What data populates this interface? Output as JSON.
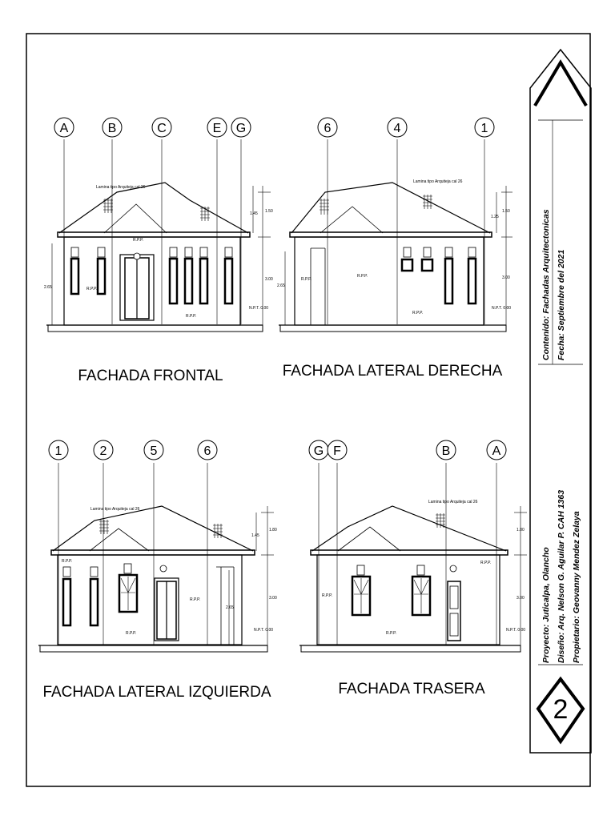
{
  "views": [
    {
      "title": "FACHADA FRONTAL",
      "axes": [
        "A",
        "B",
        "C",
        "E",
        "G"
      ],
      "roof_note": "Lamina tipo Arquiteja cal 26",
      "dims": {
        "top": "1.50",
        "mid": "1.45",
        "main": "3.00",
        "left": "2.65"
      },
      "npt": "N.P.T. 0.00",
      "rpp": "R.P.P."
    },
    {
      "title": "FACHADA LATERAL DERECHA",
      "axes": [
        "6",
        "4",
        "1"
      ],
      "roof_note": "Lamina tipo Arquiteja cal 26",
      "dims": {
        "top": "1.50",
        "mid": "1.25",
        "main": "3.00",
        "left": "2.65"
      },
      "npt": "N.P.T. 0.00",
      "rpp": "R.P.P."
    },
    {
      "title": "FACHADA LATERAL IZQUIERDA",
      "axes": [
        "1",
        "2",
        "5",
        "6"
      ],
      "roof_note": "Lamina tipo Arquiteja cal 26",
      "dims": {
        "top": "1.80",
        "mid": "1.45",
        "main": "3.00",
        "left": "2.65"
      },
      "npt": "N.P.T. 0.00",
      "rpp": "R.P.P."
    },
    {
      "title": "FACHADA TRASERA",
      "axes": [
        "G",
        "F",
        "B",
        "A"
      ],
      "roof_note": "Lamina tipo Arquiteja cal 26",
      "dims": {
        "top": "1.80",
        "main": "3.00"
      },
      "npt": "N.P.T. 0.00",
      "rpp": "R.P.P."
    }
  ],
  "title_block": {
    "contenido": "Contenido: Fachadas Arquitectonicas",
    "fecha": "Fecha: Septiembre del 2021",
    "proyecto": "Proyecto: Juticalpa, Olancho",
    "diseno": "Diseño: Arq. Nelson G. Aguilar P. CAH 1363",
    "propietario": "Propietario: Geovanny Mendez Zelaya",
    "sheet_number": "2"
  }
}
